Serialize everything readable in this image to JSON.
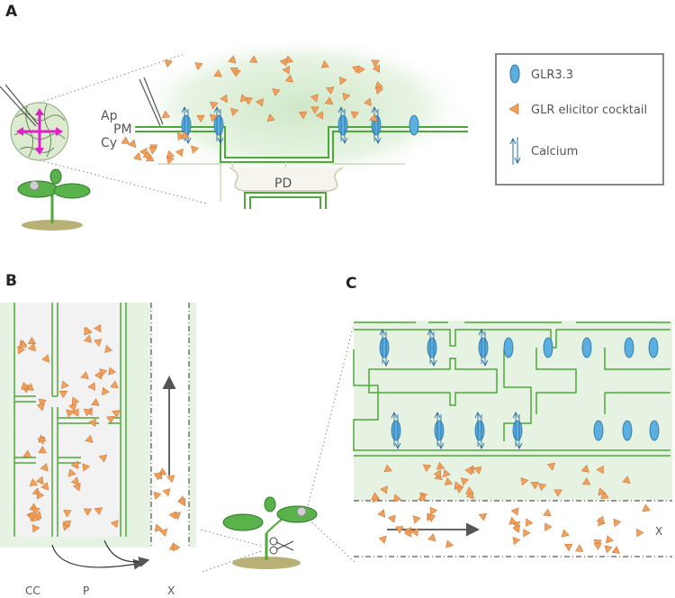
{
  "panels": {
    "a": "A",
    "b": "B",
    "c": "C"
  },
  "panel_a": {
    "ap": "Ap",
    "pm": "PM",
    "cy": "Cy",
    "pd": "PD"
  },
  "legend": {
    "glr": "GLR3.3",
    "elicitor": "GLR elicitor cocktail",
    "calcium": "Calcium"
  },
  "panel_b": {
    "cc": "CC",
    "p": "P",
    "x": "X"
  },
  "panel_c": {
    "x": "X"
  },
  "colors": {
    "membrane": "#4ea83a",
    "cell_fill": "#e6f2e2",
    "cell_gray": "#f2f2f2",
    "channel": "#5aaee0",
    "channel_stroke": "#2a6fa3",
    "elicitor": "#f0a05a",
    "elicitor_stroke": "#c96a28",
    "arrow": "#555555",
    "magenta": "#e020c8"
  },
  "icons": [
    "micropipette-icon",
    "plant-seedling-icon",
    "scissors-icon",
    "glr-channel-icon",
    "elicitor-triangle-icon",
    "calcium-arrow-icon"
  ]
}
